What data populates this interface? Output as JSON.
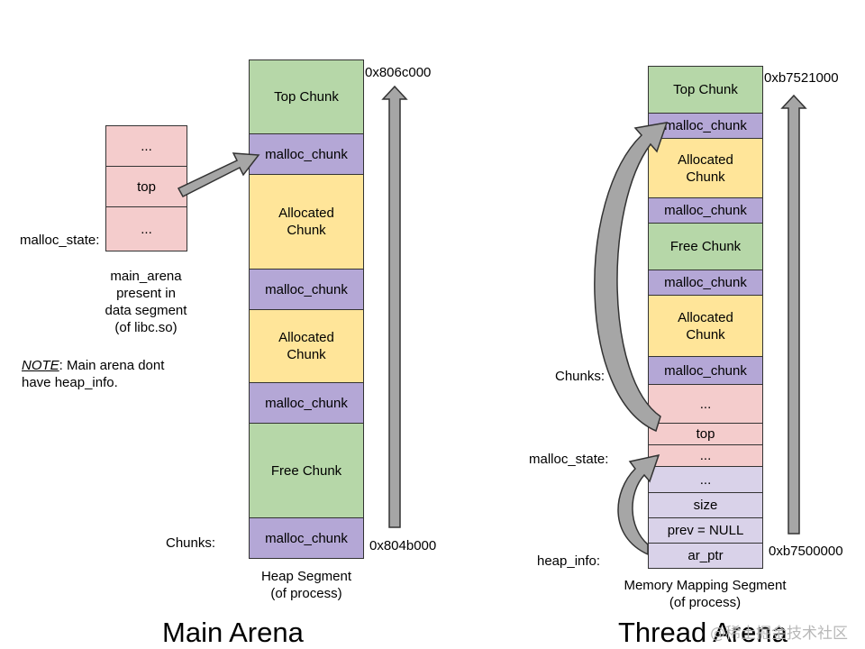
{
  "main_arena": {
    "title": "Main Arena",
    "segment_label": "Heap Segment",
    "segment_sub": "(of process)",
    "addr_high": "0x806c000",
    "addr_low": "0x804b000",
    "chunks_label": "Chunks:",
    "state_label": "malloc_state:",
    "state_cells": [
      "...",
      "top",
      "..."
    ],
    "desc": [
      "main_arena",
      "present in",
      "data segment",
      "(of libc.so)"
    ],
    "note_prefix": "NOTE",
    "note_line1": ": Main arena dont",
    "note_line2": "have heap_info.",
    "blocks": [
      {
        "label": "Top Chunk",
        "kind": "top"
      },
      {
        "label": "malloc_chunk",
        "kind": "header"
      },
      {
        "label": "Allocated Chunk",
        "kind": "allocated"
      },
      {
        "label": "malloc_chunk",
        "kind": "header"
      },
      {
        "label": "Allocated Chunk",
        "kind": "allocated"
      },
      {
        "label": "malloc_chunk",
        "kind": "header"
      },
      {
        "label": "Free Chunk",
        "kind": "free"
      },
      {
        "label": "malloc_chunk",
        "kind": "header"
      }
    ]
  },
  "thread_arena": {
    "title": "Thread Arena",
    "segment_label": "Memory Mapping Segment",
    "segment_sub": "(of process)",
    "addr_high": "0xb7521000",
    "addr_low": "0xb7500000",
    "chunks_label": "Chunks:",
    "state_label": "malloc_state:",
    "heap_info_label": "heap_info:",
    "blocks": [
      {
        "label": "Top Chunk",
        "kind": "top"
      },
      {
        "label": "malloc_chunk",
        "kind": "header"
      },
      {
        "label": "Allocated Chunk",
        "kind": "allocated"
      },
      {
        "label": "malloc_chunk",
        "kind": "header"
      },
      {
        "label": "Free Chunk",
        "kind": "free"
      },
      {
        "label": "malloc_chunk",
        "kind": "header"
      },
      {
        "label": "Allocated Chunk",
        "kind": "allocated"
      },
      {
        "label": "malloc_chunk",
        "kind": "header"
      },
      {
        "label": "...",
        "kind": "state"
      },
      {
        "label": "top",
        "kind": "state"
      },
      {
        "label": "...",
        "kind": "state"
      },
      {
        "label": "...",
        "kind": "heap_info"
      },
      {
        "label": "size",
        "kind": "heap_info"
      },
      {
        "label": "prev = NULL",
        "kind": "heap_info"
      },
      {
        "label": "ar_ptr",
        "kind": "heap_info"
      }
    ]
  },
  "watermark": "@稀土掘金技术社区",
  "colors": {
    "top": "#b6d7a8",
    "free": "#b6d7a8",
    "header": "#b4a7d6",
    "allocated": "#ffe599",
    "state": "#f4cccc",
    "heap_info": "#d9d2e9",
    "arrow_fill": "#a6a6a6",
    "border": "#333333"
  }
}
